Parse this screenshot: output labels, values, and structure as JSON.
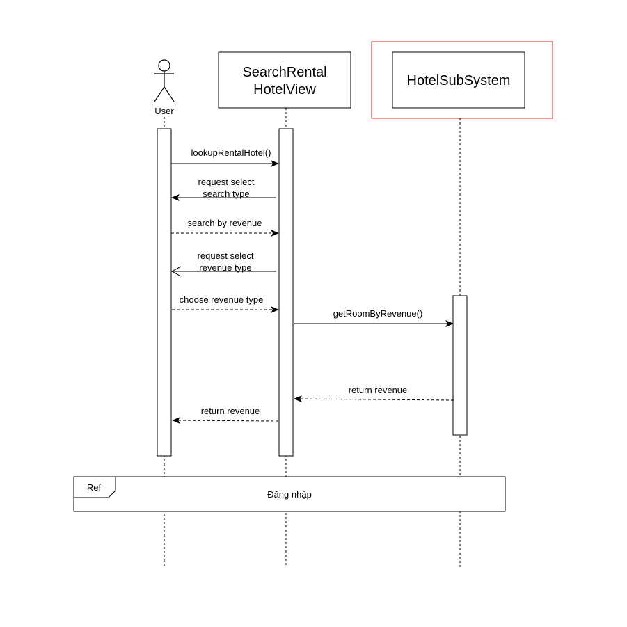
{
  "actor": {
    "label": "User"
  },
  "participants": {
    "view": {
      "line1": "SearchRental",
      "line2": "HotelView"
    },
    "subsystem": {
      "label": "HotelSubSystem",
      "highlight_color": "#e02020"
    }
  },
  "messages": {
    "m1": "lookupRentalHotel()",
    "m2_line1": "request select",
    "m2_line2": "search type",
    "m3": "search by revenue",
    "m4_line1": "request select",
    "m4_line2": "revenue type",
    "m5": "choose revenue type",
    "m6": "getRoomByRevenue()",
    "m7": "return revenue",
    "m8": "return revenue"
  },
  "ref_fragment": {
    "tag": "Ref",
    "text": "Đăng nhập"
  }
}
